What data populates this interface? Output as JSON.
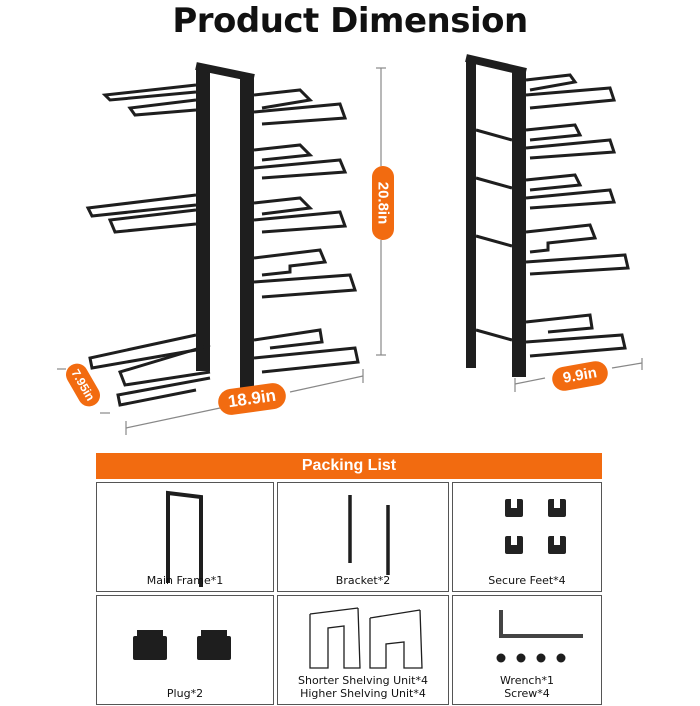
{
  "title": "Product Dimension",
  "dimensions": {
    "height": "20.8in",
    "width": "18.9in",
    "depth": "7.95in",
    "side_width": "9.9in"
  },
  "packing_list": {
    "header": "Packing List",
    "items": [
      {
        "label": "Main Frame*1",
        "icon": "main-frame-icon"
      },
      {
        "label": "Bracket*2",
        "icon": "bracket-icon"
      },
      {
        "label": "Secure Feet*4",
        "icon": "secure-feet-icon"
      },
      {
        "label": "Plug*2",
        "icon": "plug-icon"
      },
      {
        "label": "Shorter Shelving Unit*4",
        "label2": "Higher Shelving Unit*4",
        "icon": "shelving-unit-icon"
      },
      {
        "label": "Wrench*1",
        "label2": "Screw*4",
        "icon": "wrench-screw-icon"
      }
    ]
  },
  "colors": {
    "accent": "#f26b10",
    "frame": "#1e1e1e"
  }
}
